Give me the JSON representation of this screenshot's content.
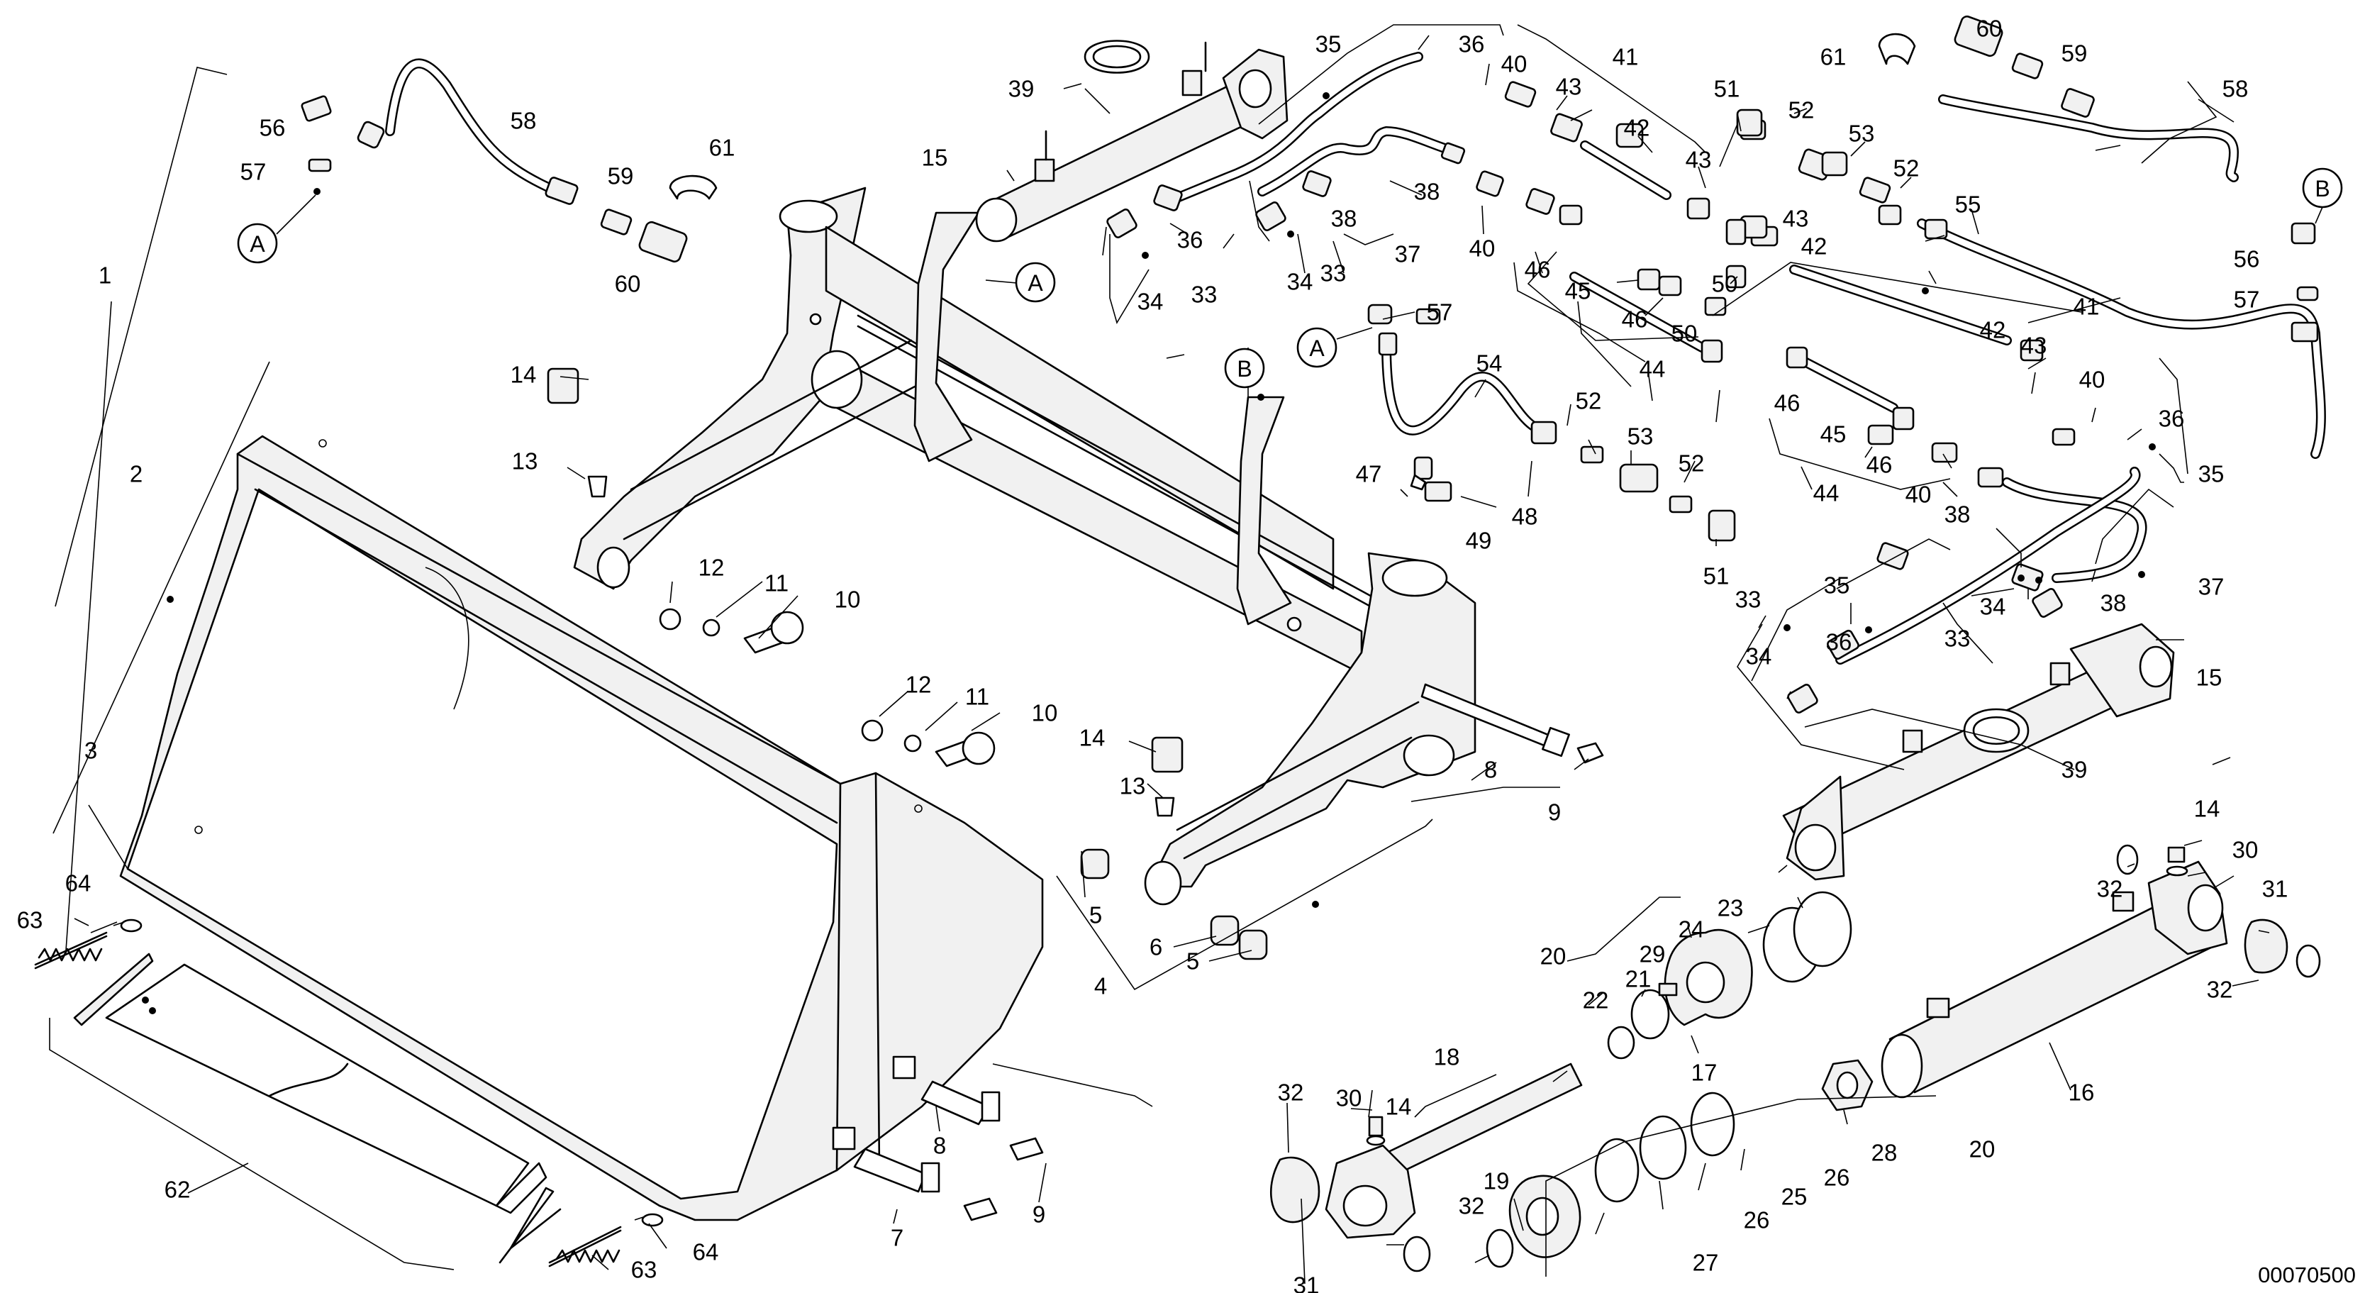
{
  "drawing_code": "00070500",
  "reference_markers": [
    "A",
    "B"
  ],
  "part_callouts": [
    "1",
    "2",
    "3",
    "4",
    "5",
    "6",
    "7",
    "8",
    "9",
    "10",
    "11",
    "12",
    "13",
    "14",
    "15",
    "16",
    "17",
    "18",
    "19",
    "20",
    "21",
    "22",
    "23",
    "24",
    "25",
    "26",
    "27",
    "28",
    "29",
    "30",
    "31",
    "32",
    "33",
    "34",
    "35",
    "36",
    "37",
    "38",
    "39",
    "40",
    "41",
    "42",
    "43",
    "44",
    "45",
    "46",
    "47",
    "48",
    "49",
    "50",
    "51",
    "52",
    "53",
    "54",
    "55",
    "56",
    "57",
    "58",
    "59",
    "60",
    "61",
    "62",
    "63",
    "64"
  ]
}
